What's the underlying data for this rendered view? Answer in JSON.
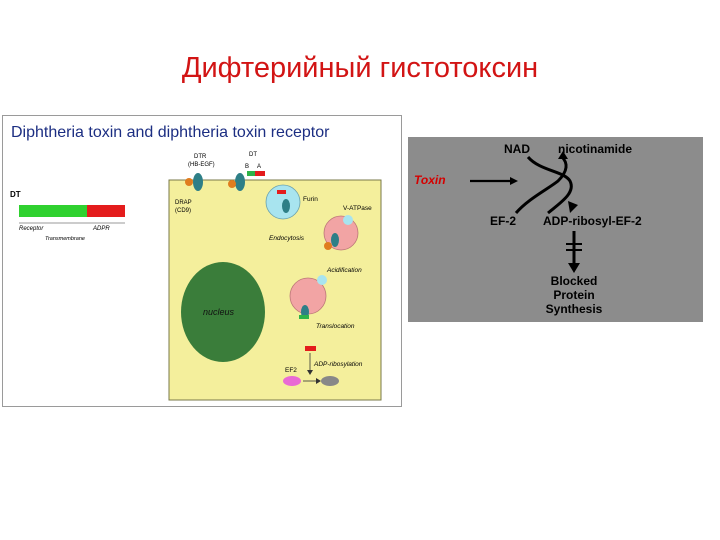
{
  "slide": {
    "title": "Дифтерийный гистотоксин"
  },
  "left_figure": {
    "heading": "Diphtheria toxin and diphtheria toxin receptor",
    "dt_label": "DT",
    "receptor_label": "Receptor",
    "adpr_label": "ADPR",
    "transmembrane_label": "Transmembrane",
    "dtr_label": "DTR",
    "hbegf_label": "(HB-EGF)",
    "dt_top_label": "DT",
    "b_label": "B",
    "a_label": "A",
    "drap_label": "DRAP",
    "cd9_label": "(CD9)",
    "furin_label": "Furin",
    "vatpase_label": "V-ATPase",
    "endocytosis_label": "Endocytosis",
    "acidification_label": "Acidification",
    "nucleus_label": "nucleus",
    "translocation_label": "Translocation",
    "adp_ribosylation_label": "ADP-ribosylation",
    "ef2_label": "EF2",
    "colors": {
      "cell": "#f4ef9c",
      "nucleus": "#3a7d3a",
      "receptor_bar": "#2fd12f",
      "adpr_bar": "#e41c1c",
      "vesicle_light": "#a8e4ef",
      "vesicle_pink": "#f2a4a4",
      "ef2": "#e96ad4",
      "ef2_modified": "#888888"
    }
  },
  "right_figure": {
    "nad_label": "NAD",
    "nicotinamide_label": "nicotinamide",
    "toxin_label": "Toxin",
    "ef2_label": "EF-2",
    "adp_ribosyl_label": "ADP-ribosyl-EF-2",
    "blocked_line1": "Blocked",
    "blocked_line2": "Protein",
    "blocked_line3": "Synthesis",
    "colors": {
      "background": "#8c8c8c",
      "toxin_text": "#d40000",
      "text": "#000000"
    }
  }
}
